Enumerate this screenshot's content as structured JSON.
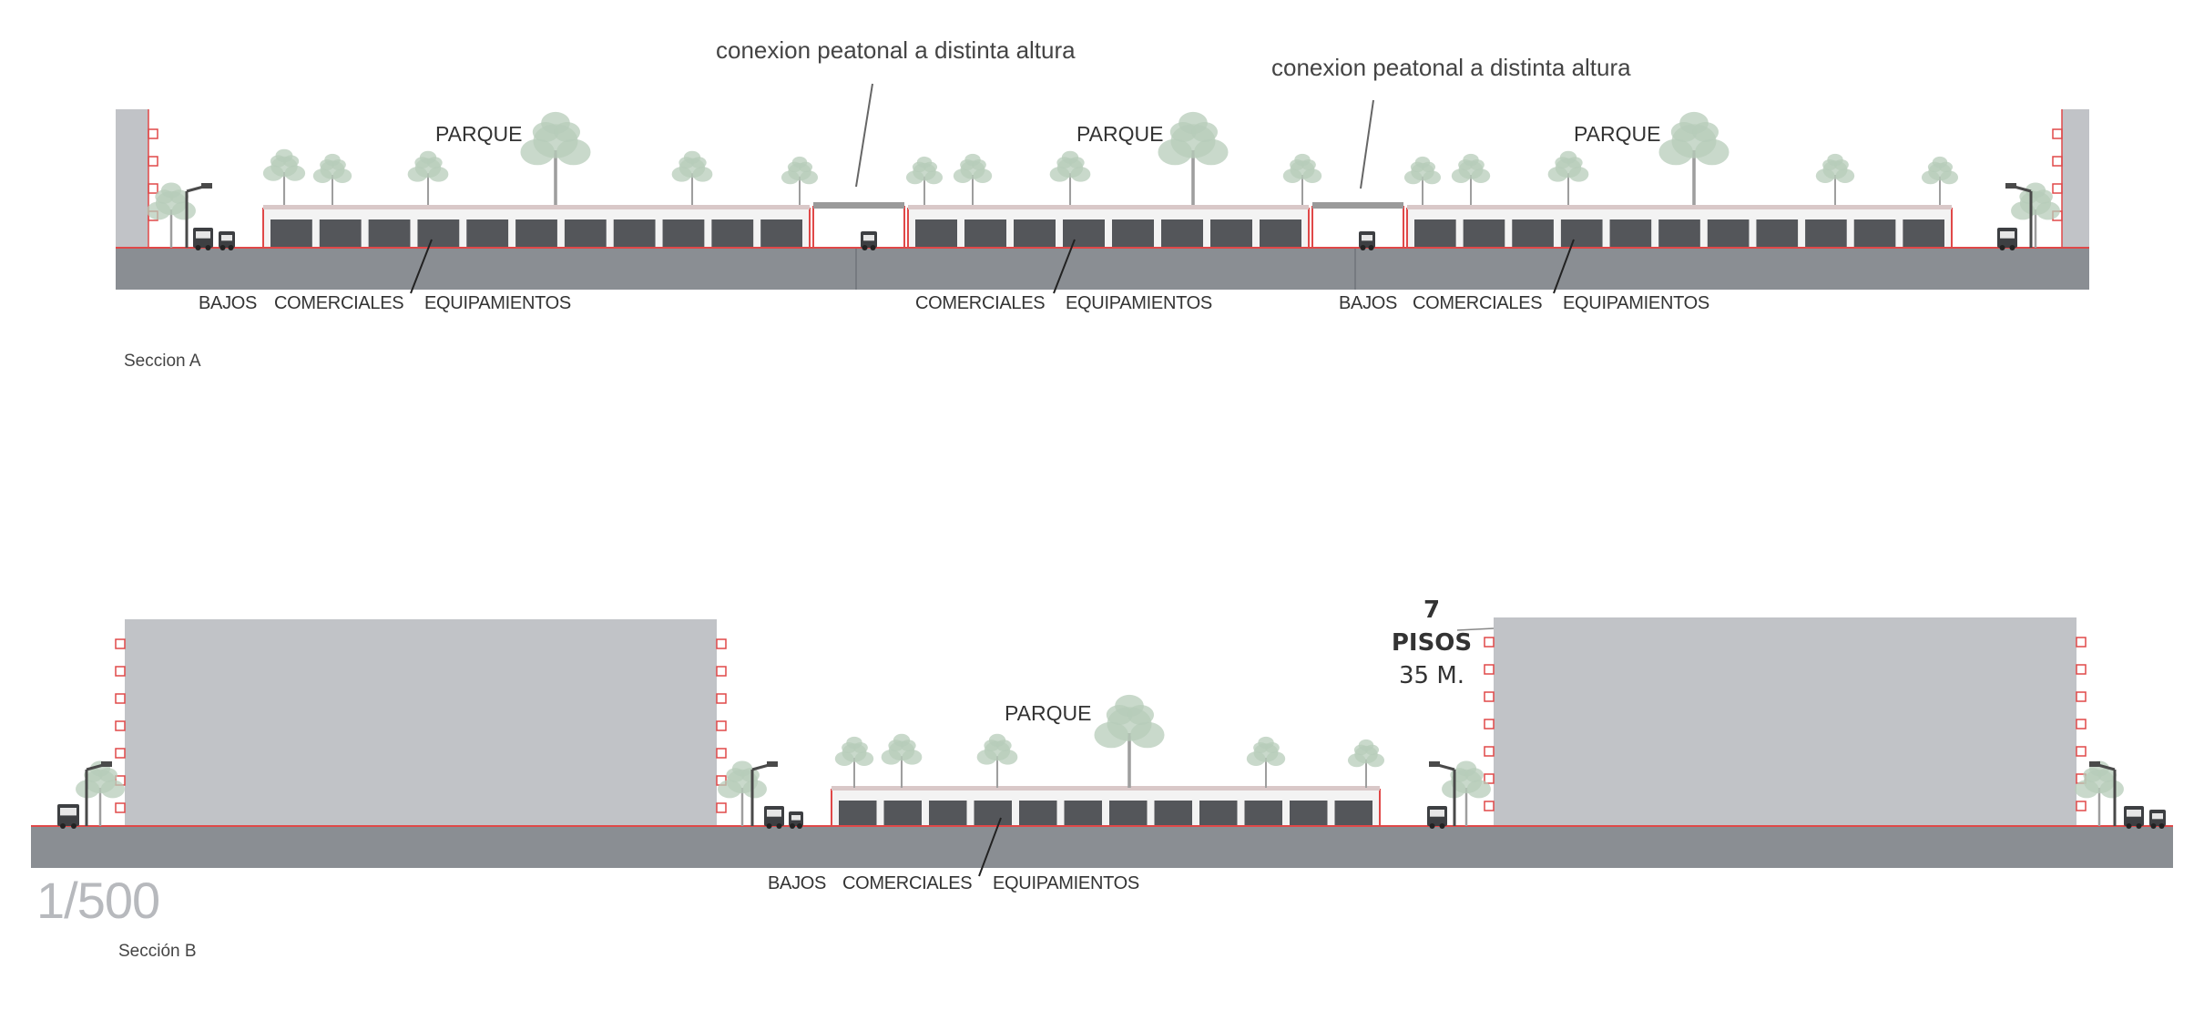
{
  "section_a": {
    "caption": "Seccion A",
    "connector_labels": [
      "conexion peatonal a distinta altura",
      "conexion peatonal a distinta altura"
    ],
    "park_labels": [
      "PARQUE",
      "PARQUE",
      "PARQUE"
    ],
    "ground_labels": [
      [
        "BAJOS",
        "COMERCIALES",
        "EQUIPAMIENTOS"
      ],
      [
        "COMERCIALES",
        "EQUIPAMIENTOS"
      ],
      [
        "BAJOS",
        "COMERCIALES",
        "EQUIPAMIENTOS"
      ]
    ]
  },
  "section_b": {
    "caption": "Sección B",
    "park_label": "PARQUE",
    "height_labels": [
      "7 PISOS",
      "35 M."
    ],
    "ground_labels": [
      "BAJOS",
      "COMERCIALES",
      "EQUIPAMIENTOS"
    ]
  },
  "scale": "1/500",
  "colors": {
    "ground": "#8a8e93",
    "building": "#c1c3c7",
    "cell": "#54565a",
    "outline": "#e04848",
    "tree": "#b7ccb9",
    "trunk": "#9e9e9e",
    "text": "#333333",
    "scale_text": "#b7b9bd"
  }
}
